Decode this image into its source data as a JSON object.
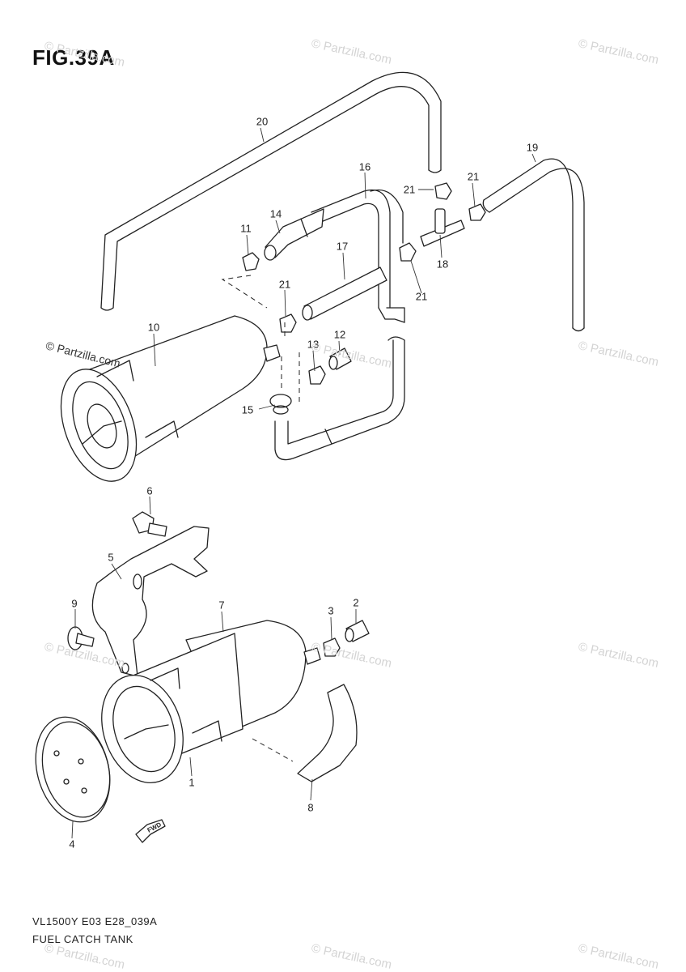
{
  "title": "FIG.39A",
  "callouts": {
    "c1": "1",
    "c2": "2",
    "c3": "3",
    "c4": "4",
    "c5": "5",
    "c6": "6",
    "c7": "7",
    "c8": "8",
    "c9": "9",
    "c10": "10",
    "c11": "11",
    "c12": "12",
    "c13": "13",
    "c14": "14",
    "c15": "15",
    "c16": "16",
    "c17": "17",
    "c18": "18",
    "c19": "19",
    "c20": "20",
    "c21a": "21",
    "c21b": "21",
    "c21c": "21",
    "c21d": "21"
  },
  "caption": {
    "model_code": "VL1500Y E03 E28_039A",
    "part_name": "FUEL CATCH TANK"
  },
  "copyright": "© Partzilla.com",
  "watermark": "© Partzilla.com",
  "fwd_label": "FWD",
  "colors": {
    "line": "#222222",
    "watermark": "#d4d4d4"
  }
}
